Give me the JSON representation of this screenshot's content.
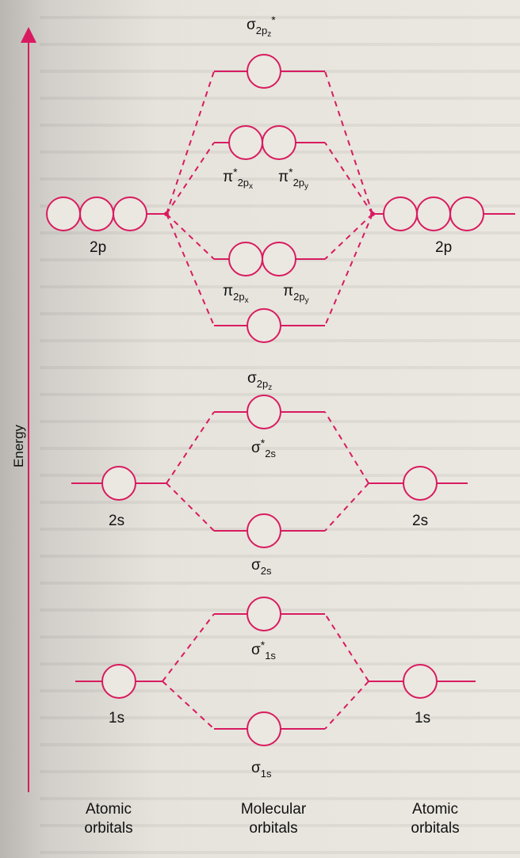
{
  "axis": {
    "label": "Energy"
  },
  "atomic_labels": {
    "left_2p": "2p",
    "right_2p": "2p",
    "left_2s": "2s",
    "right_2s": "2s",
    "left_1s": "1s",
    "right_1s": "1s"
  },
  "mo_labels": {
    "sigma2pz_star": {
      "symbol": "σ",
      "sub": "2p",
      "sub2": "z",
      "sup": "*"
    },
    "pi2px_star": {
      "symbol": "π",
      "sub": "2p",
      "sub2": "x",
      "sup": "*"
    },
    "pi2py_star": {
      "symbol": "π",
      "sub": "2p",
      "sub2": "y",
      "sup": "*"
    },
    "pi2px": {
      "symbol": "π",
      "sub": "2p",
      "sub2": "x"
    },
    "pi2py": {
      "symbol": "π",
      "sub": "2p",
      "sub2": "y"
    },
    "sigma2pz": {
      "symbol": "σ",
      "sub": "2p",
      "sub2": "z"
    },
    "sigma2s_star": {
      "symbol": "σ",
      "sub": "2s",
      "sup": "*"
    },
    "sigma2s": {
      "symbol": "σ",
      "sub": "2s"
    },
    "sigma1s_star": {
      "symbol": "σ",
      "sub": "1s",
      "sup": "*"
    },
    "sigma1s": {
      "symbol": "σ",
      "sub": "1s"
    }
  },
  "bottom": {
    "atomic_left": [
      "Atomic",
      "orbitals"
    ],
    "molecular": [
      "Molecular",
      "orbitals"
    ],
    "atomic_right": [
      "Atomic",
      "orbitals"
    ]
  },
  "colors": {
    "orbital": "#d81b60",
    "axis": "#d81b60",
    "text": "#111111"
  }
}
